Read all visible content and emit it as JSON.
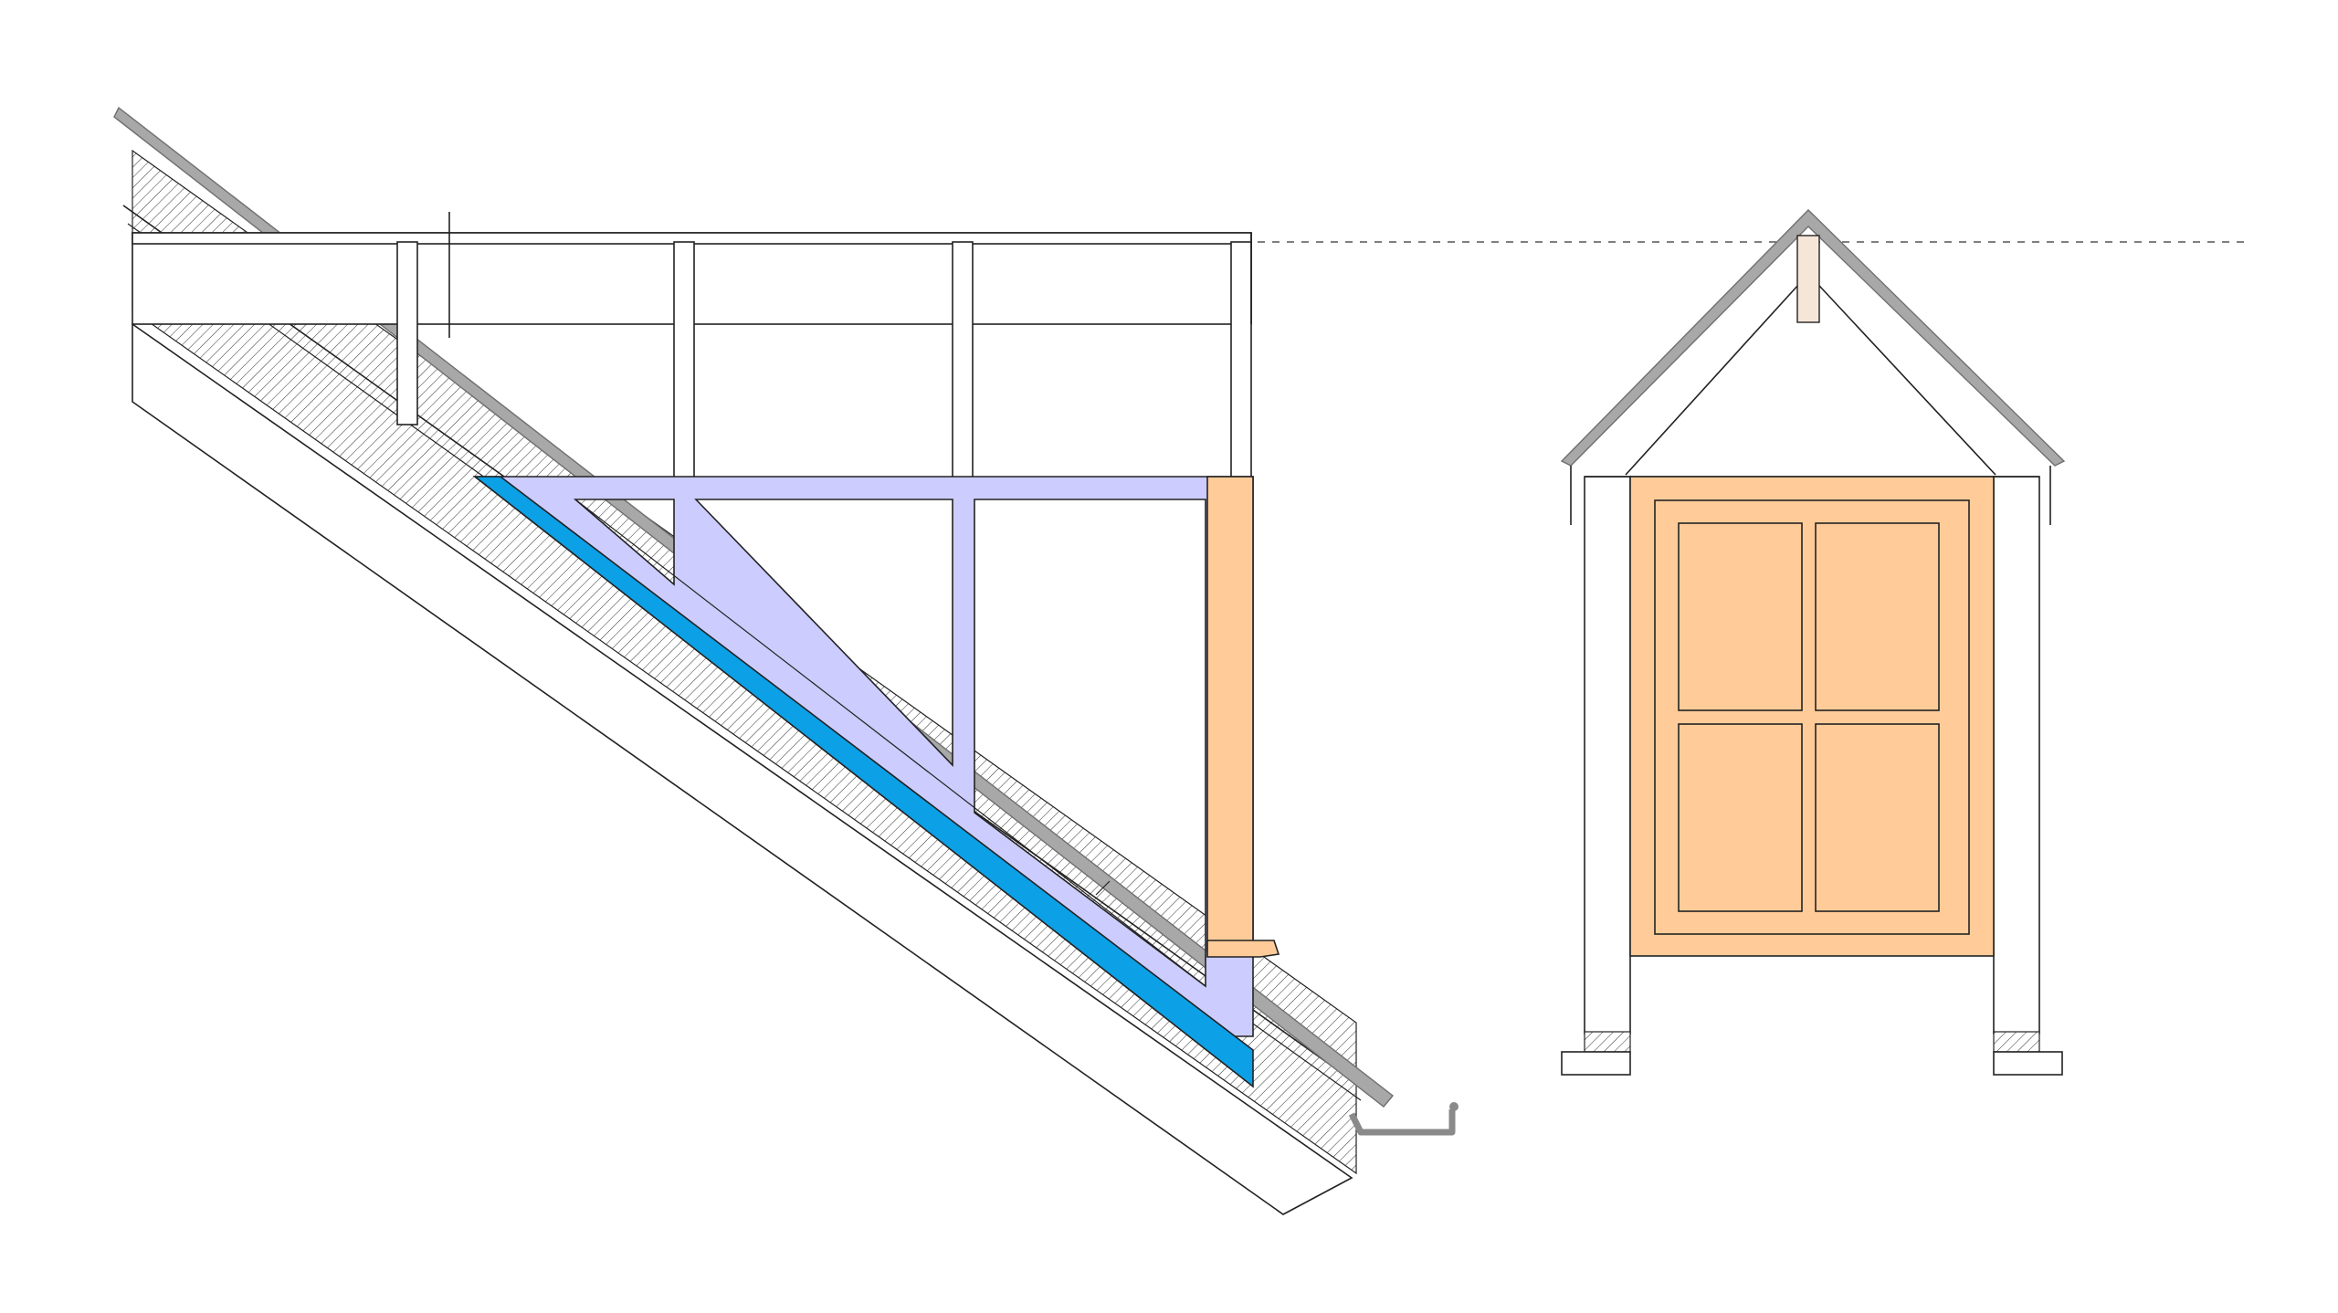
{
  "colors": {
    "line": "#222222",
    "frame_fill": "#ccccff",
    "waterproof_cover": "#0ca0e6",
    "cheek_timber": "#ffcc99",
    "ridge_post": "#f6e6d8",
    "roof_grey": "#a8a8a8",
    "gutter_grey": "#8a8a8a",
    "background": "#ffffff"
  },
  "icons": {
    "section_view": "dormer-section-drawing",
    "front_view": "dormer-front-elevation-drawing",
    "hatching": "diagonal-hatch-pattern"
  }
}
